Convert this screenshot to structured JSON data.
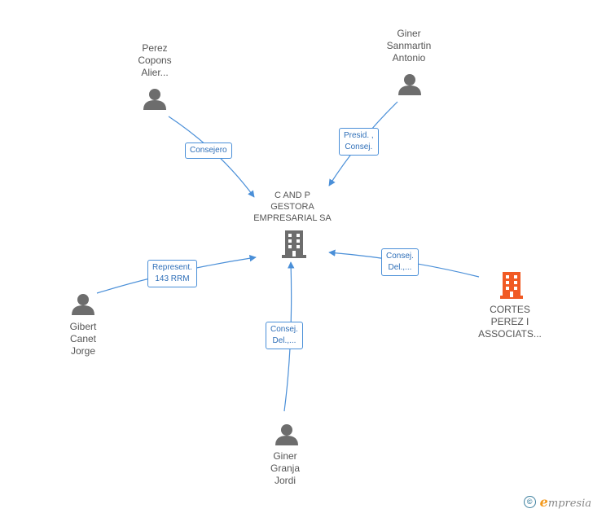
{
  "diagram": {
    "center": {
      "name_lines": [
        "C AND P",
        "GESTORA",
        "EMPRESARIAL SA"
      ],
      "icon": "building-icon",
      "color": "#6d6d6d"
    },
    "nodes": [
      {
        "id": "perez",
        "type": "person",
        "name_lines": [
          "Perez",
          "Copons",
          "Alier..."
        ]
      },
      {
        "id": "giner-sanmartin",
        "type": "person",
        "name_lines": [
          "Giner",
          "Sanmartin",
          "Antonio"
        ]
      },
      {
        "id": "gibert",
        "type": "person",
        "name_lines": [
          "Gibert",
          "Canet",
          "Jorge"
        ]
      },
      {
        "id": "giner-granja",
        "type": "person",
        "name_lines": [
          "Giner",
          "Granja",
          "Jordi"
        ]
      },
      {
        "id": "cortes",
        "type": "company",
        "name_lines": [
          "CORTES",
          "PEREZ I",
          "ASSOCIATS..."
        ]
      }
    ],
    "edges": [
      {
        "from": "perez",
        "label_lines": [
          "Consejero"
        ]
      },
      {
        "from": "giner-sanmartin",
        "label_lines": [
          "Presid. ,",
          "Consej."
        ]
      },
      {
        "from": "gibert",
        "label_lines": [
          "Represent.",
          "143 RRM"
        ]
      },
      {
        "from": "giner-granja",
        "label_lines": [
          "Consej.",
          "Del.,..."
        ]
      },
      {
        "from": "cortes",
        "label_lines": [
          "Consej.",
          "Del.,..."
        ]
      }
    ],
    "colors": {
      "edge": "#4a8fd8",
      "person_icon": "#6d6d6d",
      "company_icon": "#f15a24",
      "text": "#555555"
    }
  },
  "footer": {
    "copyright_symbol": "©",
    "brand_initial": "e",
    "brand_rest": "mpresia",
    "brand_icon": "copyright-icon"
  }
}
